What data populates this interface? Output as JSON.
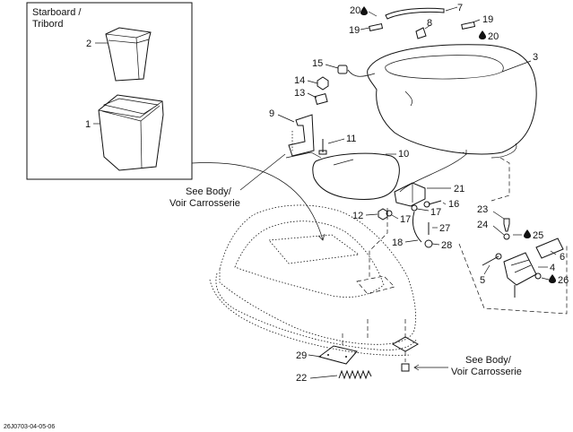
{
  "inset_title_line1": "Starboard /",
  "inset_title_line2": "Tribord",
  "see_body_upper_line1": "See Body/",
  "see_body_upper_line2": "Voir Carrosserie",
  "see_body_lower_line1": "See Body/",
  "see_body_lower_line2": "Voir Carrosserie",
  "diagram_code": "26J0703-04-05-06",
  "callouts": {
    "c1": "1",
    "c2": "2",
    "c3": "3",
    "c4": "4",
    "c5": "5",
    "c6": "6",
    "c7": "7",
    "c8": "8",
    "c9": "9",
    "c10": "10",
    "c11": "11",
    "c12": "12",
    "c13": "13",
    "c14": "14",
    "c15": "15",
    "c16": "16",
    "c17a": "17",
    "c17b": "17",
    "c18": "18",
    "c19a": "19",
    "c19b": "19",
    "c20a": "20",
    "c20b": "20",
    "c21": "21",
    "c22": "22",
    "c23": "23",
    "c24": "24",
    "c25": "25",
    "c26": "26",
    "c27": "27",
    "c28": "28",
    "c29": "29"
  },
  "icons": [
    "oil-drop-icon",
    "oil-drop-icon",
    "oil-drop-icon",
    "oil-drop-icon"
  ]
}
